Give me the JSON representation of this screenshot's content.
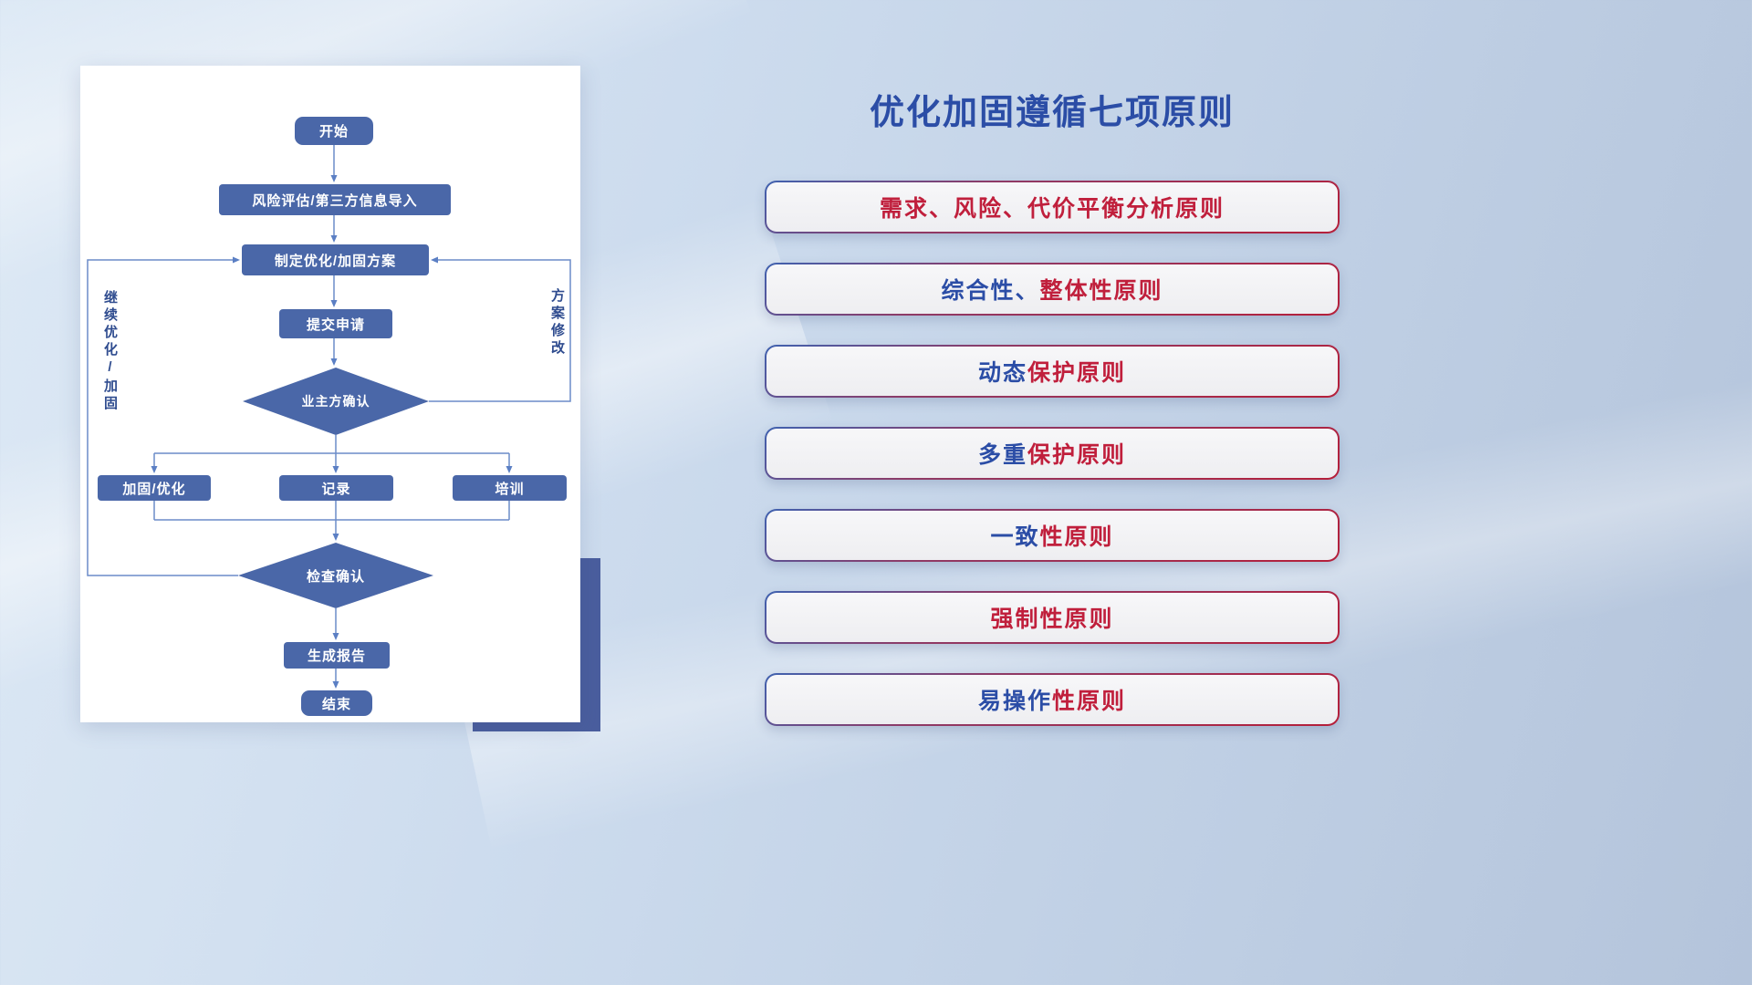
{
  "title": "优化加固遵循七项原则",
  "flowchart": {
    "nodes": {
      "start": "开始",
      "risk": "风险评估/第三方信息导入",
      "plan": "制定优化/加固方案",
      "submit": "提交申请",
      "owner_confirm": "业主方确认",
      "harden": "加固/优化",
      "record": "记录",
      "training": "培训",
      "check_confirm": "检查确认",
      "report": "生成报告",
      "end": "结束"
    },
    "labels": {
      "left_loop": "继续优化/加固",
      "right_loop": "方案修改"
    }
  },
  "principles": [
    {
      "segments": [
        {
          "text": "需求、风险、代价平衡分析原则",
          "color": "#c01f3c"
        }
      ]
    },
    {
      "segments": [
        {
          "text": "综合性、",
          "color": "#2b4da6"
        },
        {
          "text": "整体性原则",
          "color": "#c01f3c"
        }
      ]
    },
    {
      "segments": [
        {
          "text": "动态",
          "color": "#2b4da6"
        },
        {
          "text": "保护原则",
          "color": "#c01f3c"
        }
      ]
    },
    {
      "segments": [
        {
          "text": "多重",
          "color": "#2b4da6"
        },
        {
          "text": "保护原则",
          "color": "#c01f3c"
        }
      ]
    },
    {
      "segments": [
        {
          "text": "一致",
          "color": "#2b4da6"
        },
        {
          "text": "性原则",
          "color": "#c01f3c"
        }
      ]
    },
    {
      "segments": [
        {
          "text": "强制性原则",
          "color": "#c01f3c"
        }
      ]
    },
    {
      "segments": [
        {
          "text": "易操作",
          "color": "#2b4da6"
        },
        {
          "text": "性原则",
          "color": "#c01f3c"
        }
      ]
    }
  ],
  "colors": {
    "title_blue": "#2b4da6",
    "node_blue": "#4a67a8",
    "connector_blue": "#6b8cc9",
    "principle_red": "#c01f3c",
    "principle_blue": "#2b4da6",
    "accent_dark_blue": "#4a5e9e"
  }
}
